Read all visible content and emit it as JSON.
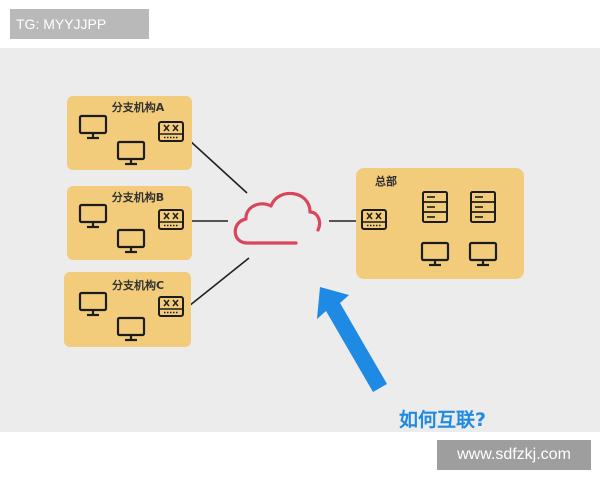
{
  "header": {
    "tag": "TG: MYYJJPP"
  },
  "footer": {
    "watermark": "www.sdfzkj.com"
  },
  "diagram": {
    "branches": [
      {
        "label": "分支机构A"
      },
      {
        "label": "分支机构B"
      },
      {
        "label": "分支机构C"
      }
    ],
    "hq": {
      "label": "总部"
    },
    "question": "如何互联?"
  },
  "colors": {
    "box_fill": "#f2cc7a",
    "cloud": "#d9455a",
    "arrow": "#1f8ae3",
    "line": "#222222",
    "question": "#1f8ae3"
  },
  "icons": [
    "monitor-icon",
    "network-switch-icon",
    "cloud-icon",
    "server-rack-icon",
    "arrow-up-left-icon"
  ]
}
